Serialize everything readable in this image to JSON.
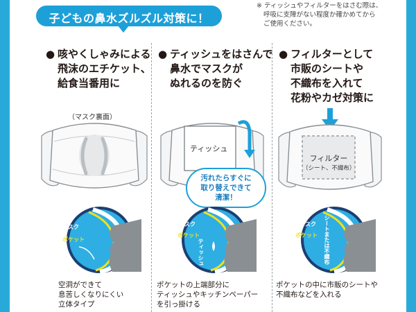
{
  "header": {
    "title": "子どもの鼻水ズルズル対策に！",
    "note_lines": [
      "※ ティッシュやフィルターをはさむ際は、",
      "呼吸に支障がない程度か確かめてから",
      "ご使用ください。"
    ]
  },
  "columns": [
    {
      "bullet": "●",
      "heading_lines": [
        "咳やくしゃみによる",
        "飛沫のエチケット、",
        "給食当番用に"
      ],
      "mask_label": "（マスク裏面）",
      "circle_labels": {
        "mask": "マスク",
        "pocket": "ポケット"
      },
      "caption_lines": [
        "空洞ができて",
        "息苦しくなりにくい",
        "立体タイプ"
      ]
    },
    {
      "bullet": "●",
      "heading_lines": [
        "ティッシュをはさんで",
        "鼻水でマスクが",
        "ぬれるのを防ぐ"
      ],
      "tissue_label": "ティッシュ",
      "bubble_lines": [
        "汚れたらすぐに",
        "取り替えできて",
        "清潔！"
      ],
      "circle_labels": {
        "mask": "マスク",
        "pocket": "ポケット",
        "insert": "ティッシュ"
      },
      "caption_lines": [
        "ポケットの上端部分に",
        "ティッシュやキッチンペーパー",
        "を引っ掛ける"
      ]
    },
    {
      "bullet": "●",
      "heading_lines": [
        "フィルターとして",
        "市販のシートや",
        "不織布を入れて",
        "花粉やカゼ対策に"
      ],
      "filter_label": "フィルター",
      "filter_sub": "（シート、不織布）",
      "circle_labels": {
        "mask": "マスク",
        "pocket": "ポケット",
        "insert": "シートまたは不織布"
      },
      "caption_lines": [
        "ポケットの中に市販のシートや",
        "不織布などを入れる"
      ]
    }
  ],
  "colors": {
    "accent_blue": "#1da0d8",
    "side_bar": "#29a9d9",
    "pocket_yellow": "#f0e11c",
    "circle_dark": "#1b3f73"
  }
}
